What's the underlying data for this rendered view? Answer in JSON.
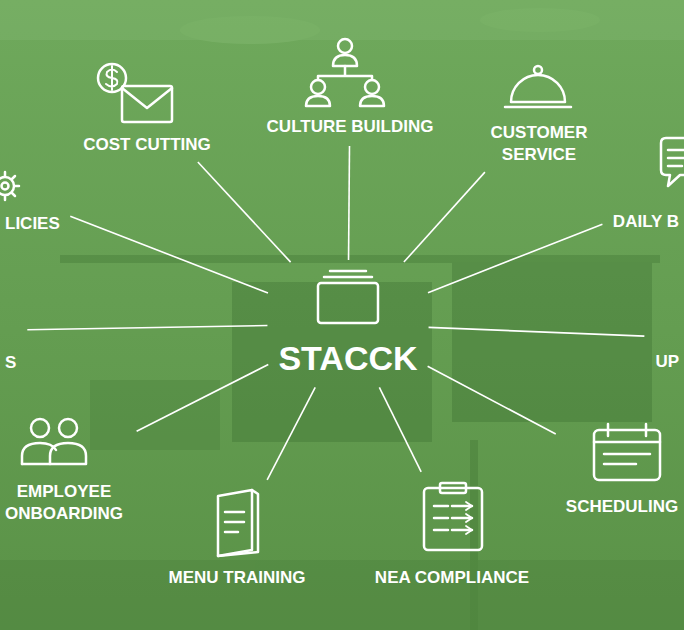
{
  "diagram": {
    "nodes": [
      {
        "text": [
          "STACCK"
        ]
      },
      {
        "text": [
          "COST CUTTING"
        ]
      },
      {
        "text": [
          "CULTURE BUILDING"
        ]
      },
      {
        "text": [
          "CUSTOMER SERVICE"
        ]
      },
      {
        "text": [
          "LICIES"
        ]
      },
      {
        "text": [
          "DAILY B"
        ]
      },
      {
        "text": [
          "S"
        ]
      },
      {
        "text": [
          "UP"
        ]
      },
      {
        "text": [
          "EMPLOYEE ONBOARDING"
        ]
      },
      {
        "text": [
          "MENU TRAINING"
        ]
      },
      {
        "text": [
          "NEA COMPLIANCE"
        ]
      },
      {
        "text": [
          "SCHEDULING"
        ]
      }
    ],
    "edges": [
      {
        "from": 0,
        "to": 1,
        "arrow": "none"
      },
      {
        "from": 0,
        "to": 2,
        "arrow": "none"
      },
      {
        "from": 0,
        "to": 3,
        "arrow": "none"
      },
      {
        "from": 0,
        "to": 4,
        "arrow": "none"
      },
      {
        "from": 0,
        "to": 5,
        "arrow": "none"
      },
      {
        "from": 0,
        "to": 6,
        "arrow": "none"
      },
      {
        "from": 0,
        "to": 7,
        "arrow": "none"
      },
      {
        "from": 0,
        "to": 8,
        "arrow": "none"
      },
      {
        "from": 0,
        "to": 9,
        "arrow": "none"
      },
      {
        "from": 0,
        "to": 10,
        "arrow": "none"
      },
      {
        "from": 0,
        "to": 11,
        "arrow": "none"
      }
    ]
  }
}
